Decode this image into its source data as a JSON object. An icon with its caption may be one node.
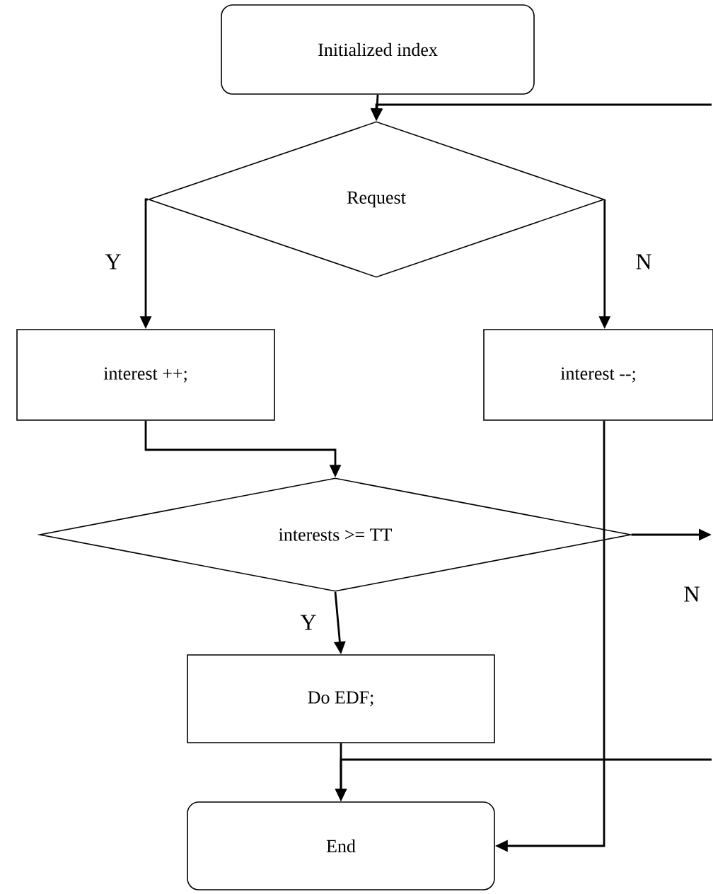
{
  "diagram": {
    "nodes": [
      {
        "text": [
          "Initialized index"
        ]
      },
      {
        "text": [
          "Request"
        ]
      },
      {
        "text": [
          "interest ++;"
        ]
      },
      {
        "text": [
          "interest --;"
        ]
      },
      {
        "text": [
          "interests >= TT"
        ]
      },
      {
        "text": [
          "Do EDF;"
        ]
      },
      {
        "text": [
          "End"
        ]
      }
    ],
    "edges": [
      {
        "from": 0,
        "to": 1,
        "arrow": "to"
      },
      {
        "from": null,
        "to": 1,
        "arrow": "to"
      },
      {
        "from": 1,
        "to": 2,
        "arrow": "to",
        "label": "Y"
      },
      {
        "from": 1,
        "to": 3,
        "arrow": "to",
        "label": "N"
      },
      {
        "from": 2,
        "to": 4,
        "arrow": "to"
      },
      {
        "from": 4,
        "to": null,
        "arrow": "to",
        "label": "N"
      },
      {
        "from": 4,
        "to": 5,
        "arrow": "to",
        "label": "Y"
      },
      {
        "from": 5,
        "to": 6,
        "arrow": "to"
      },
      {
        "from": null,
        "to": 6,
        "arrow": "to"
      },
      {
        "from": 3,
        "to": 6,
        "arrow": "to"
      }
    ]
  }
}
